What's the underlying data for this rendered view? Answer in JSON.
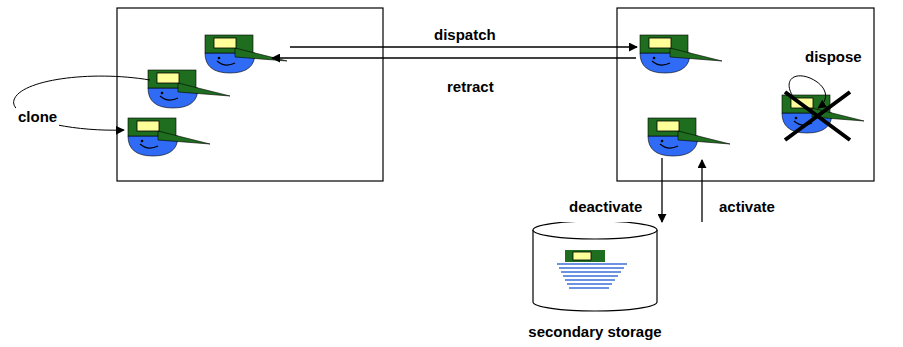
{
  "diagram": {
    "nodes": [
      {
        "text": [
          "secondary storage"
        ]
      }
    ],
    "labels": [
      "clone",
      "dispatch",
      "retract",
      "dispose",
      "deactivate",
      "activate"
    ]
  }
}
